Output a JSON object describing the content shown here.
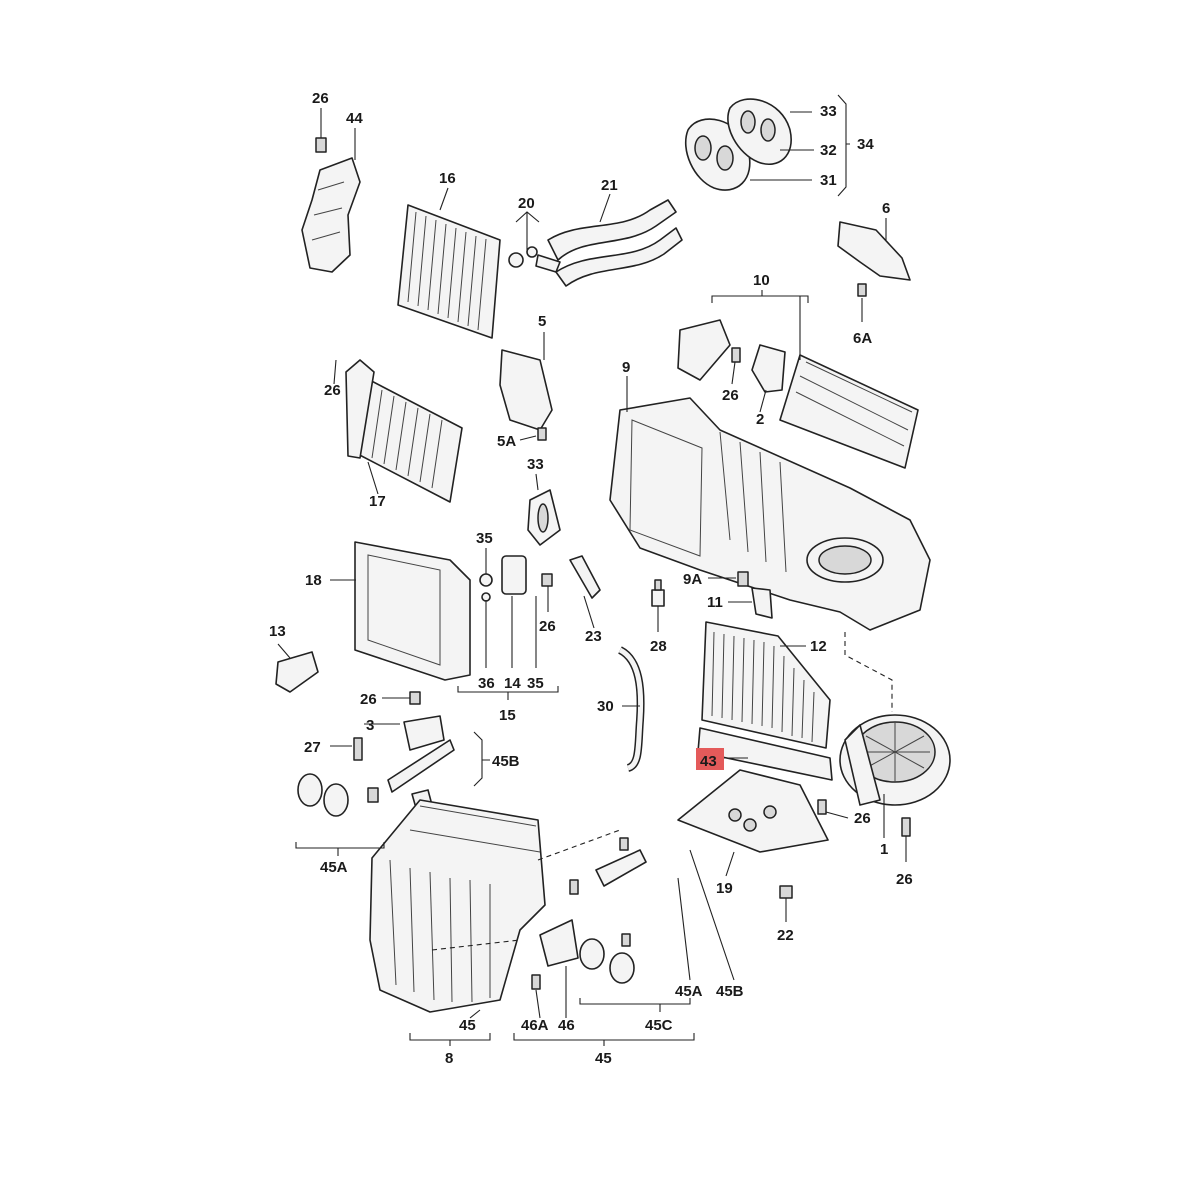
{
  "callouts": {
    "c26a": "26",
    "c44": "44",
    "c16": "16",
    "c20": "20",
    "c21": "21",
    "c33a": "33",
    "c32": "32",
    "c31": "31",
    "c34": "34",
    "c6": "6",
    "c6a": "6A",
    "c10": "10",
    "c5": "5",
    "c5a": "5A",
    "c9": "9",
    "c26b": "26",
    "c2": "2",
    "c26c": "26",
    "c17": "17",
    "c33b": "33",
    "c35a": "35",
    "c18": "18",
    "c9a": "9A",
    "c11": "11",
    "c26d": "26",
    "c23": "23",
    "c28": "28",
    "c13": "13",
    "c12": "12",
    "c36": "36",
    "c14": "14",
    "c35b": "35",
    "c15": "15",
    "c26e": "26",
    "c30": "30",
    "c3": "3",
    "c27": "27",
    "c45b1": "45B",
    "c43": "43",
    "c26f": "26",
    "c1": "1",
    "c26g": "26",
    "c45a1": "45A",
    "c19": "19",
    "c22": "22",
    "c45a2": "45A",
    "c45b2": "45B",
    "c45": "45",
    "c46a": "46A",
    "c46": "46",
    "c45c": "45C",
    "c8": "8",
    "c45x": "45"
  },
  "highlight": {
    "label": "43",
    "color": "#e45a5a"
  }
}
